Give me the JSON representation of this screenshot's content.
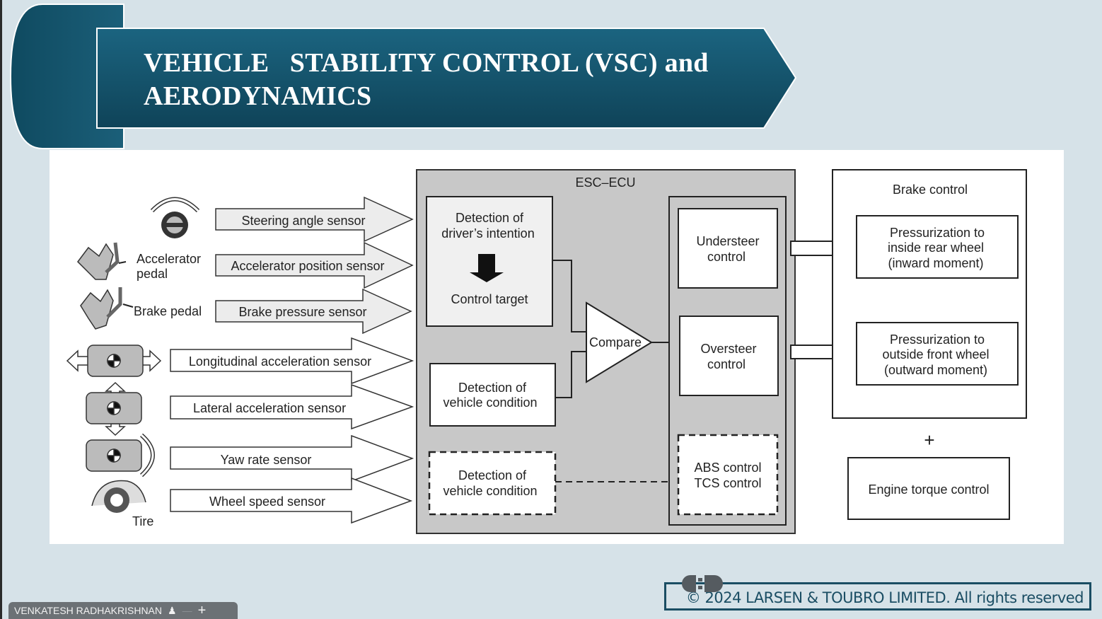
{
  "slide": {
    "title_lines": [
      "VEHICLE   STABILITY CONTROL (VSC) and",
      "AERODYNAMICS"
    ]
  },
  "diagram": {
    "inputs": {
      "steering_icon": "steering-wheel-icon",
      "accelerator_pedal_label": [
        "Accelerator",
        "pedal"
      ],
      "brake_pedal_label": "Brake pedal",
      "tire_label": "Tire"
    },
    "sensors": [
      "Steering angle sensor",
      "Accelerator position sensor",
      "Brake pressure sensor",
      "Longitudinal acceleration sensor",
      "Lateral acceleration sensor",
      "Yaw rate sensor",
      "Wheel speed sensor"
    ],
    "ecu": {
      "title": "ESC–ECU",
      "driver_intention": [
        "Detection of",
        "driver’s intention"
      ],
      "control_target": "Control target",
      "vehicle_condition": [
        "Detection of",
        "vehicle condition"
      ],
      "vehicle_condition_dashed": [
        "Detection of",
        "vehicle condition"
      ],
      "compare": "Compare",
      "understeer": [
        "Understeer",
        "control"
      ],
      "oversteer": [
        "Oversteer",
        "control"
      ],
      "abs_tcs": [
        "ABS control",
        "TCS control"
      ]
    },
    "brake_control": {
      "title": "Brake control",
      "inside_rear": [
        "Pressurization to",
        "inside rear wheel",
        "(inward moment)"
      ],
      "outside_front": [
        "Pressurization to",
        "outside front wheel",
        "(outward moment)"
      ]
    },
    "plus": "+",
    "engine_torque": "Engine torque control"
  },
  "footer": {
    "copyright": "© 2024 LARSEN & TOUBRO LIMITED. All rights reserved"
  },
  "presenter_bar": {
    "name": "VENKATESH RADHAKRISHNAN",
    "minus": "—",
    "plus": "+"
  },
  "colors": {
    "background": "#d6e2e8",
    "banner": "#165670",
    "ecu_fill": "#c8c8c8",
    "footer_accent": "#1a4d63"
  }
}
